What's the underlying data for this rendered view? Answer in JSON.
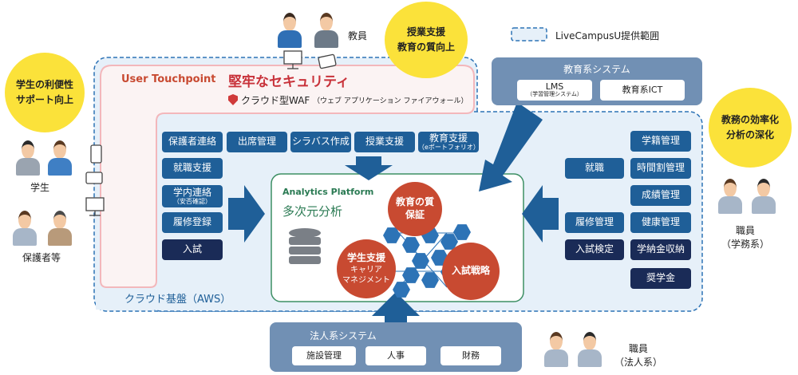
{
  "legend": {
    "label": "LiveCampusU提供範囲"
  },
  "bubbles": {
    "student": "学生の利便性\nサポート向上",
    "teacher": "授業支援\n教育の質向上",
    "staff": "教務の効率化\n分析の深化"
  },
  "user_touchpoint": {
    "title": "User Touchpoint",
    "security_title": "堅牢なセキュリティ",
    "waf_label": "クラウド型WAF",
    "waf_note": "（ウェブ アプリケーション ファイアウォール）"
  },
  "cloud": {
    "label": "クラウド基盤（AWS）"
  },
  "edu_system": {
    "title": "教育系システム",
    "items": [
      {
        "label": "LMS",
        "sub": "（学習管理システム）"
      },
      {
        "label": "教育系ICT"
      }
    ]
  },
  "corp_system": {
    "title": "法人系システム",
    "items": [
      "施設管理",
      "人事",
      "財務"
    ]
  },
  "top_row": [
    {
      "label": "保護者連絡"
    },
    {
      "label": "出席管理"
    },
    {
      "label": "シラバス作成"
    },
    {
      "label": "授業支援"
    },
    {
      "label": "教育支援",
      "sub": "（eポートフォリオ）"
    }
  ],
  "left_col": [
    {
      "label": "就職支援"
    },
    {
      "label": "学内連絡",
      "sub": "（安否確認）"
    },
    {
      "label": "履修登録"
    },
    {
      "label": "入試"
    }
  ],
  "right_inner": [
    {
      "label": "就職"
    },
    {
      "label": "履修管理"
    },
    {
      "label": "入試検定"
    }
  ],
  "right_outer": [
    {
      "label": "学籍管理"
    },
    {
      "label": "時間割管理"
    },
    {
      "label": "成績管理"
    },
    {
      "label": "健康管理"
    },
    {
      "label": "学納金収納"
    },
    {
      "label": "奨学金"
    }
  ],
  "analytics": {
    "title": "Analytics Platform",
    "subtitle": "多次元分析",
    "circles": {
      "quality": "教育の質\n保証",
      "student_main": "学生支援",
      "student_sub": "キャリア\nマネジメント",
      "exam": "入試戦略"
    }
  },
  "people": {
    "teacher": "教員",
    "student": "学生",
    "guardian": "保護者等",
    "staff_affairs": "職員\n（学務系）",
    "staff_corp": "職員\n（法人系）"
  },
  "colors": {
    "blue": "#1f5f98",
    "dark": "#1a2b57",
    "panel": "#7190b4",
    "red": "#c84a31",
    "yellow": "#fbe23a",
    "pink": "#f3b7bb"
  }
}
